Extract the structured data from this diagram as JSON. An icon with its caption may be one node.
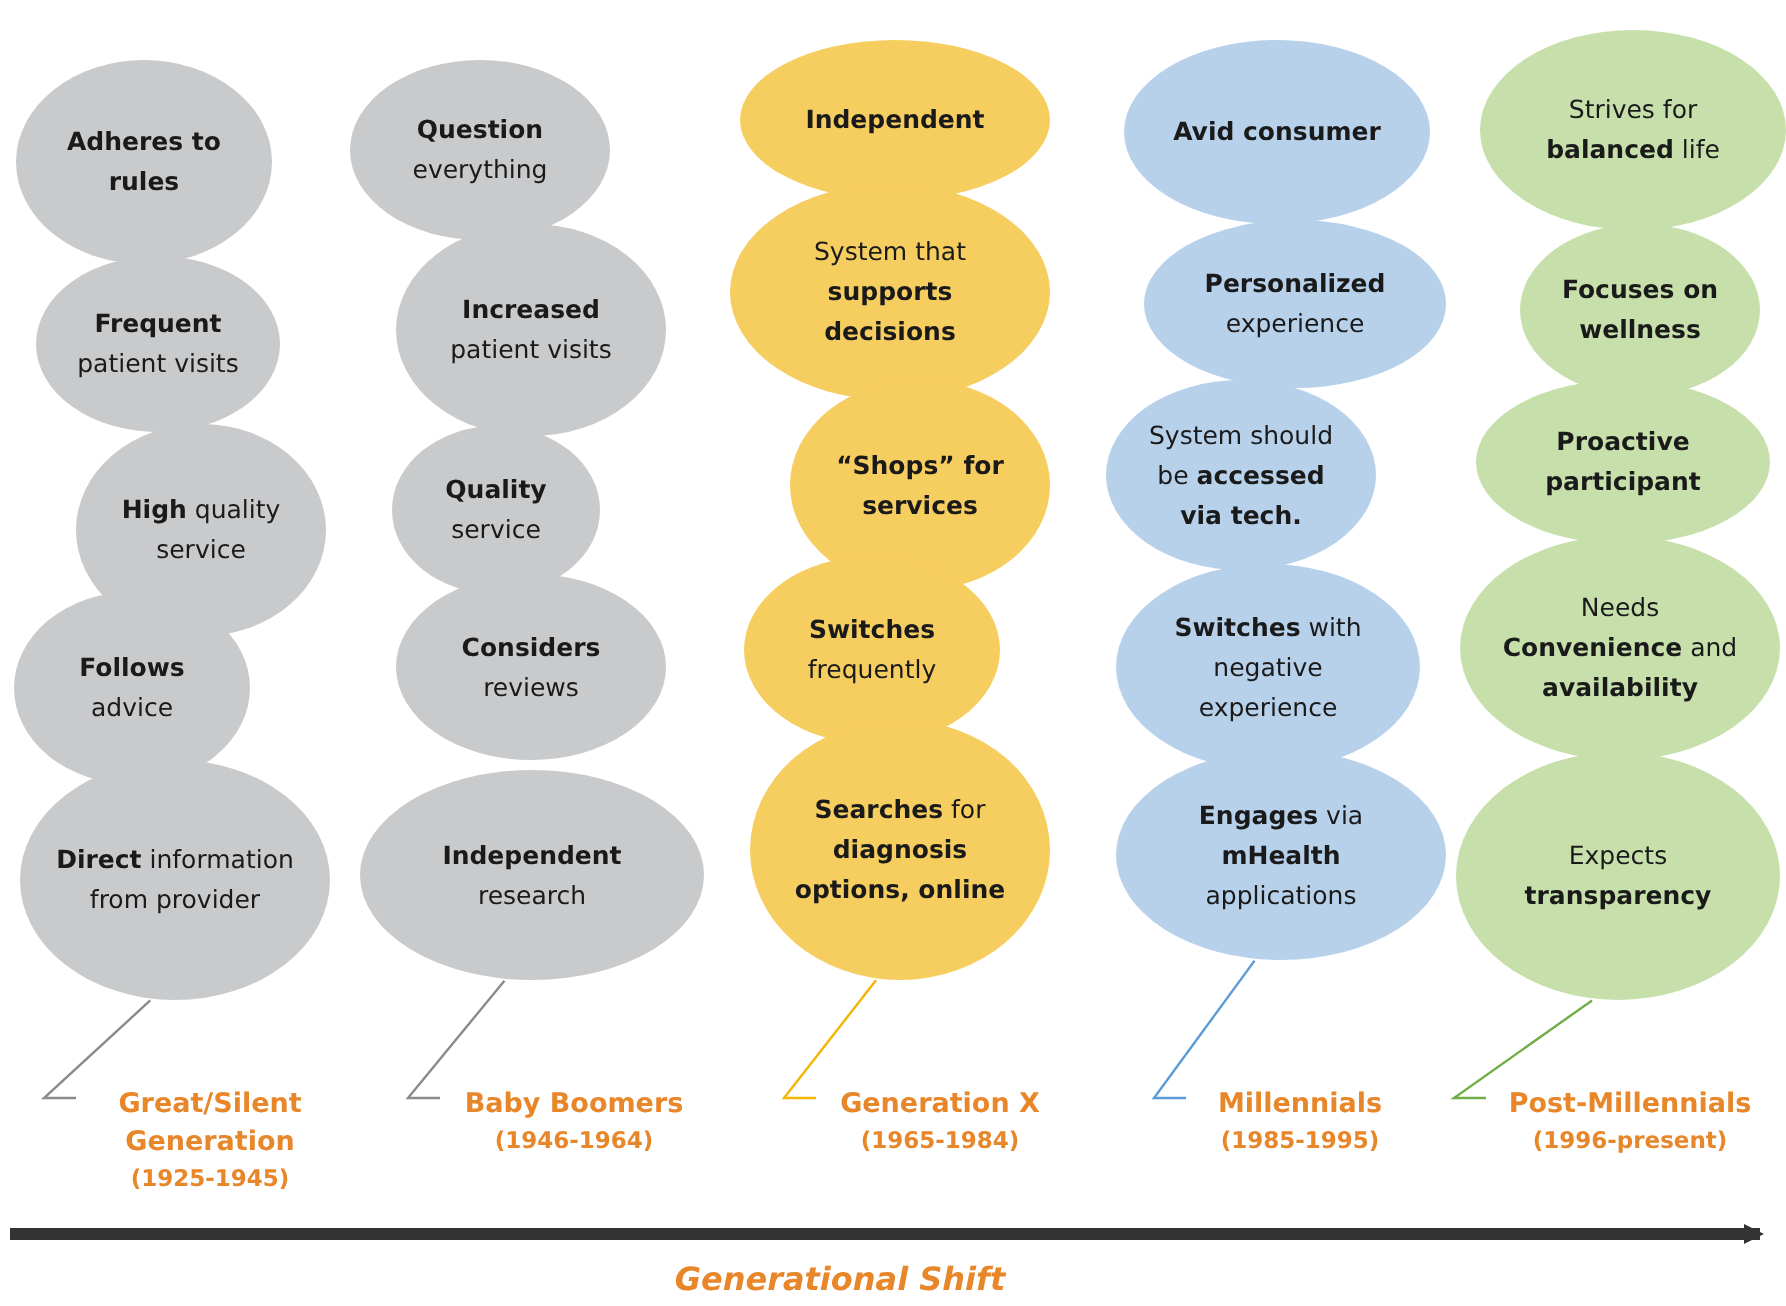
{
  "diagram": {
    "nodes": [
      {
        "text": [
          "**Adheres to rules**"
        ]
      },
      {
        "text": [
          "**Frequent** patient visits"
        ]
      },
      {
        "text": [
          "**High** quality service"
        ]
      },
      {
        "text": [
          "**Follows** advice"
        ]
      },
      {
        "text": [
          "**Direct** information from provider"
        ]
      },
      {
        "text": [
          "**Question** everything"
        ]
      },
      {
        "text": [
          "**Increased** patient visits"
        ]
      },
      {
        "text": [
          "**Quality** service"
        ]
      },
      {
        "text": [
          "**Considers** reviews"
        ]
      },
      {
        "text": [
          "**Independent** research"
        ]
      },
      {
        "text": [
          "**Independent**"
        ]
      },
      {
        "text": [
          "System that **supports decisions**"
        ]
      },
      {
        "text": [
          "**“Shops” for services**"
        ]
      },
      {
        "text": [
          "**Switches** frequently"
        ]
      },
      {
        "text": [
          "**Searches** for **diagnosis options, online**"
        ]
      },
      {
        "text": [
          "**Avid consumer**"
        ]
      },
      {
        "text": [
          "**Personalized** experience"
        ]
      },
      {
        "text": [
          "System should be **accessed via tech.**"
        ]
      },
      {
        "text": [
          "**Switches** with negative experience"
        ]
      },
      {
        "text": [
          "**Engages** via **mHealth** applications"
        ]
      },
      {
        "text": [
          "Strives for **balanced** life"
        ]
      },
      {
        "text": [
          "**Focuses on wellness**"
        ]
      },
      {
        "text": [
          "**Proactive participant**"
        ]
      },
      {
        "text": [
          "Needs **Convenience** and **availability**"
        ]
      },
      {
        "text": [
          "Expects **transparency**"
        ]
      },
      {
        "text": [
          "Great/Silent Generation",
          "(1925-1945)"
        ]
      },
      {
        "text": [
          "Baby Boomers",
          "(1946-1964)"
        ]
      },
      {
        "text": [
          "Generation X",
          "(1965-1984)"
        ]
      },
      {
        "text": [
          "Millennials",
          "(1985-1995)"
        ]
      },
      {
        "text": [
          "Post-Millennials",
          "(1996-present)"
        ]
      }
    ],
    "edges": [
      {
        "from": 25,
        "to": 4,
        "arrow": "none"
      },
      {
        "from": 26,
        "to": 9,
        "arrow": "none"
      },
      {
        "from": 27,
        "to": 14,
        "arrow": "none",
        "color": "#f2b600"
      },
      {
        "from": 28,
        "to": 19,
        "arrow": "none",
        "color": "#5b9bd5"
      },
      {
        "from": 29,
        "to": 24,
        "arrow": "none",
        "color": "#70ad47"
      }
    ],
    "labels": [
      "Generational Shift"
    ]
  }
}
